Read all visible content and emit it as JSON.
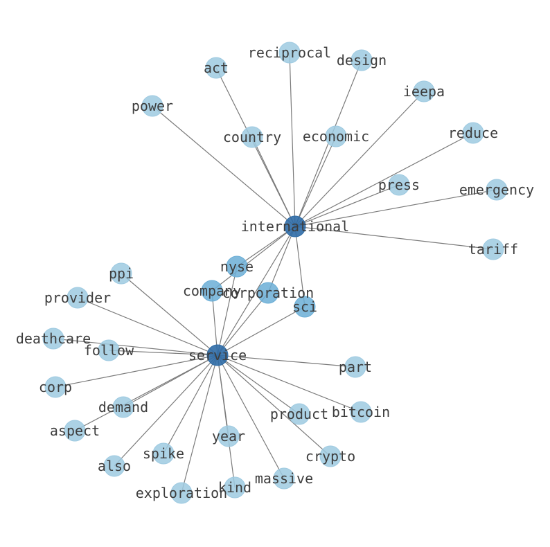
{
  "graph": {
    "colors": {
      "edge": "#7a7a7a",
      "node_light": "#9ecae1",
      "node_mid": "#6baed6",
      "node_dark": "#2f6ca6"
    },
    "nodes": [
      {
        "id": "international",
        "label": "international",
        "level": "dark"
      },
      {
        "id": "service",
        "label": "service",
        "level": "dark"
      },
      {
        "id": "nyse",
        "label": "nyse",
        "level": "mid"
      },
      {
        "id": "corporation",
        "label": "corporation",
        "level": "mid"
      },
      {
        "id": "sci",
        "label": "sci",
        "level": "mid"
      },
      {
        "id": "company",
        "label": "company",
        "level": "mid"
      },
      {
        "id": "act",
        "label": "act",
        "level": "light"
      },
      {
        "id": "reciprocal",
        "label": "reciprocal",
        "level": "light"
      },
      {
        "id": "design",
        "label": "design",
        "level": "light"
      },
      {
        "id": "ieepa",
        "label": "ieepa",
        "level": "light"
      },
      {
        "id": "power",
        "label": "power",
        "level": "light"
      },
      {
        "id": "country",
        "label": "country",
        "level": "light"
      },
      {
        "id": "economic",
        "label": "economic",
        "level": "light"
      },
      {
        "id": "reduce",
        "label": "reduce",
        "level": "light"
      },
      {
        "id": "press",
        "label": "press",
        "level": "light"
      },
      {
        "id": "emergency",
        "label": "emergency",
        "level": "light"
      },
      {
        "id": "tariff",
        "label": "tariff",
        "level": "light"
      },
      {
        "id": "ppi",
        "label": "ppi",
        "level": "light"
      },
      {
        "id": "provider",
        "label": "provider",
        "level": "light"
      },
      {
        "id": "deathcare",
        "label": "deathcare",
        "level": "light"
      },
      {
        "id": "follow",
        "label": "follow",
        "level": "light"
      },
      {
        "id": "corp",
        "label": "corp",
        "level": "light"
      },
      {
        "id": "demand",
        "label": "demand",
        "level": "light"
      },
      {
        "id": "aspect",
        "label": "aspect",
        "level": "light"
      },
      {
        "id": "also",
        "label": "also",
        "level": "light"
      },
      {
        "id": "spike",
        "label": "spike",
        "level": "light"
      },
      {
        "id": "exploration",
        "label": "exploration",
        "level": "light"
      },
      {
        "id": "year",
        "label": "year",
        "level": "light"
      },
      {
        "id": "kind",
        "label": "kind",
        "level": "light"
      },
      {
        "id": "massive",
        "label": "massive",
        "level": "light"
      },
      {
        "id": "crypto",
        "label": "crypto",
        "level": "light"
      },
      {
        "id": "product",
        "label": "product",
        "level": "light"
      },
      {
        "id": "bitcoin",
        "label": "bitcoin",
        "level": "light"
      },
      {
        "id": "part",
        "label": "part",
        "level": "light"
      }
    ],
    "edges": [
      [
        "international",
        "act"
      ],
      [
        "international",
        "reciprocal"
      ],
      [
        "international",
        "design"
      ],
      [
        "international",
        "ieepa"
      ],
      [
        "international",
        "power"
      ],
      [
        "international",
        "country"
      ],
      [
        "international",
        "economic"
      ],
      [
        "international",
        "reduce"
      ],
      [
        "international",
        "press"
      ],
      [
        "international",
        "emergency"
      ],
      [
        "international",
        "tariff"
      ],
      [
        "international",
        "nyse"
      ],
      [
        "international",
        "corporation"
      ],
      [
        "international",
        "sci"
      ],
      [
        "international",
        "company"
      ],
      [
        "international",
        "service"
      ],
      [
        "service",
        "nyse"
      ],
      [
        "service",
        "corporation"
      ],
      [
        "service",
        "sci"
      ],
      [
        "service",
        "company"
      ],
      [
        "service",
        "ppi"
      ],
      [
        "service",
        "provider"
      ],
      [
        "service",
        "deathcare"
      ],
      [
        "service",
        "follow"
      ],
      [
        "service",
        "corp"
      ],
      [
        "service",
        "demand"
      ],
      [
        "service",
        "aspect"
      ],
      [
        "service",
        "also"
      ],
      [
        "service",
        "spike"
      ],
      [
        "service",
        "exploration"
      ],
      [
        "service",
        "year"
      ],
      [
        "service",
        "kind"
      ],
      [
        "service",
        "massive"
      ],
      [
        "service",
        "crypto"
      ],
      [
        "service",
        "product"
      ],
      [
        "service",
        "bitcoin"
      ],
      [
        "service",
        "part"
      ]
    ]
  }
}
